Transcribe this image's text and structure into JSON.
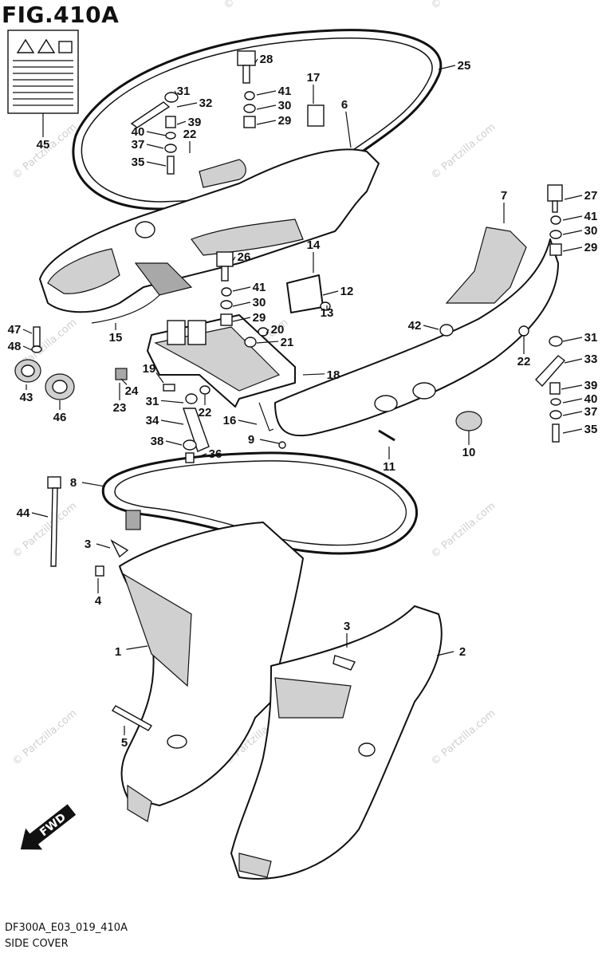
{
  "figure": {
    "title": "FIG.410A"
  },
  "footer": {
    "code": "DF300A_E03_019_410A",
    "caption": "SIDE COVER"
  },
  "fwd_label": "FWD",
  "watermark": "© Partzilla.com",
  "parts": [
    {
      "label": "1"
    },
    {
      "label": "2"
    },
    {
      "label": "3"
    },
    {
      "label": "3"
    },
    {
      "label": "4"
    },
    {
      "label": "5"
    },
    {
      "label": "6"
    },
    {
      "label": "7"
    },
    {
      "label": "8"
    },
    {
      "label": "9"
    },
    {
      "label": "10"
    },
    {
      "label": "11"
    },
    {
      "label": "12"
    },
    {
      "label": "13"
    },
    {
      "label": "14"
    },
    {
      "label": "15"
    },
    {
      "label": "16"
    },
    {
      "label": "17"
    },
    {
      "label": "18"
    },
    {
      "label": "19"
    },
    {
      "label": "20"
    },
    {
      "label": "21"
    },
    {
      "label": "22"
    },
    {
      "label": "22"
    },
    {
      "label": "22"
    },
    {
      "label": "23"
    },
    {
      "label": "24"
    },
    {
      "label": "25"
    },
    {
      "label": "26"
    },
    {
      "label": "27"
    },
    {
      "label": "28"
    },
    {
      "label": "29"
    },
    {
      "label": "29"
    },
    {
      "label": "29"
    },
    {
      "label": "30"
    },
    {
      "label": "30"
    },
    {
      "label": "30"
    },
    {
      "label": "31"
    },
    {
      "label": "31"
    },
    {
      "label": "31"
    },
    {
      "label": "32"
    },
    {
      "label": "33"
    },
    {
      "label": "34"
    },
    {
      "label": "35"
    },
    {
      "label": "35"
    },
    {
      "label": "36"
    },
    {
      "label": "37"
    },
    {
      "label": "37"
    },
    {
      "label": "38"
    },
    {
      "label": "39"
    },
    {
      "label": "39"
    },
    {
      "label": "40"
    },
    {
      "label": "40"
    },
    {
      "label": "41"
    },
    {
      "label": "41"
    },
    {
      "label": "41"
    },
    {
      "label": "42"
    },
    {
      "label": "43"
    },
    {
      "label": "44"
    },
    {
      "label": "45"
    },
    {
      "label": "46"
    },
    {
      "label": "47"
    },
    {
      "label": "48"
    }
  ]
}
